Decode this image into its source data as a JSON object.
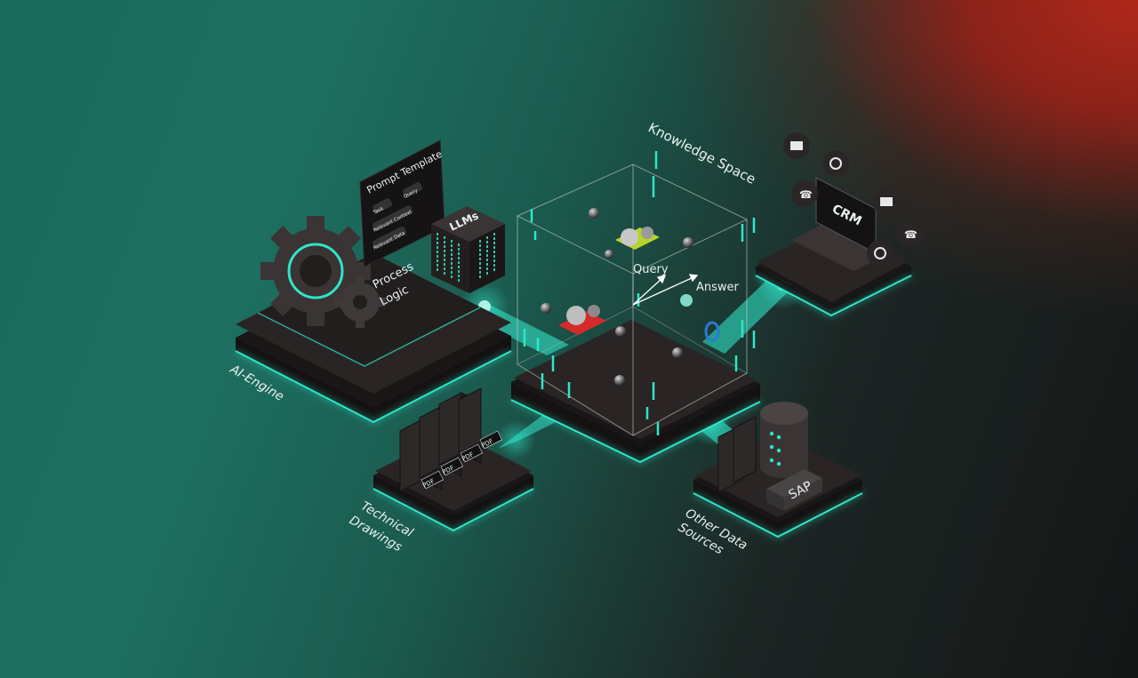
{
  "labels": {
    "knowledge_space": "Knowledge Space",
    "prompt_template": "Prompt Template",
    "task": "Task",
    "query_chip": "Query",
    "relevant_context": "Relevant Context",
    "relevant_data": "Relevant Data",
    "llms": "LLMs",
    "process_logic_1": "Process",
    "process_logic_2": "Logic",
    "ai_engine": "AI-Engine",
    "query": "Query",
    "answer": "Answer",
    "crm": "CRM",
    "technical_drawings_1": "Technical",
    "technical_drawings_2": "Drawings",
    "other_sources_1": "Other Data",
    "other_sources_2": "Sources",
    "sap": "SAP",
    "pdf": "PDF"
  },
  "colors": {
    "accent": "#2ee6c8",
    "platform_top": "#2a2424",
    "platform_side": "#1a1616",
    "bg_left": "#1a6b5c",
    "bg_right": "#b0271a"
  }
}
